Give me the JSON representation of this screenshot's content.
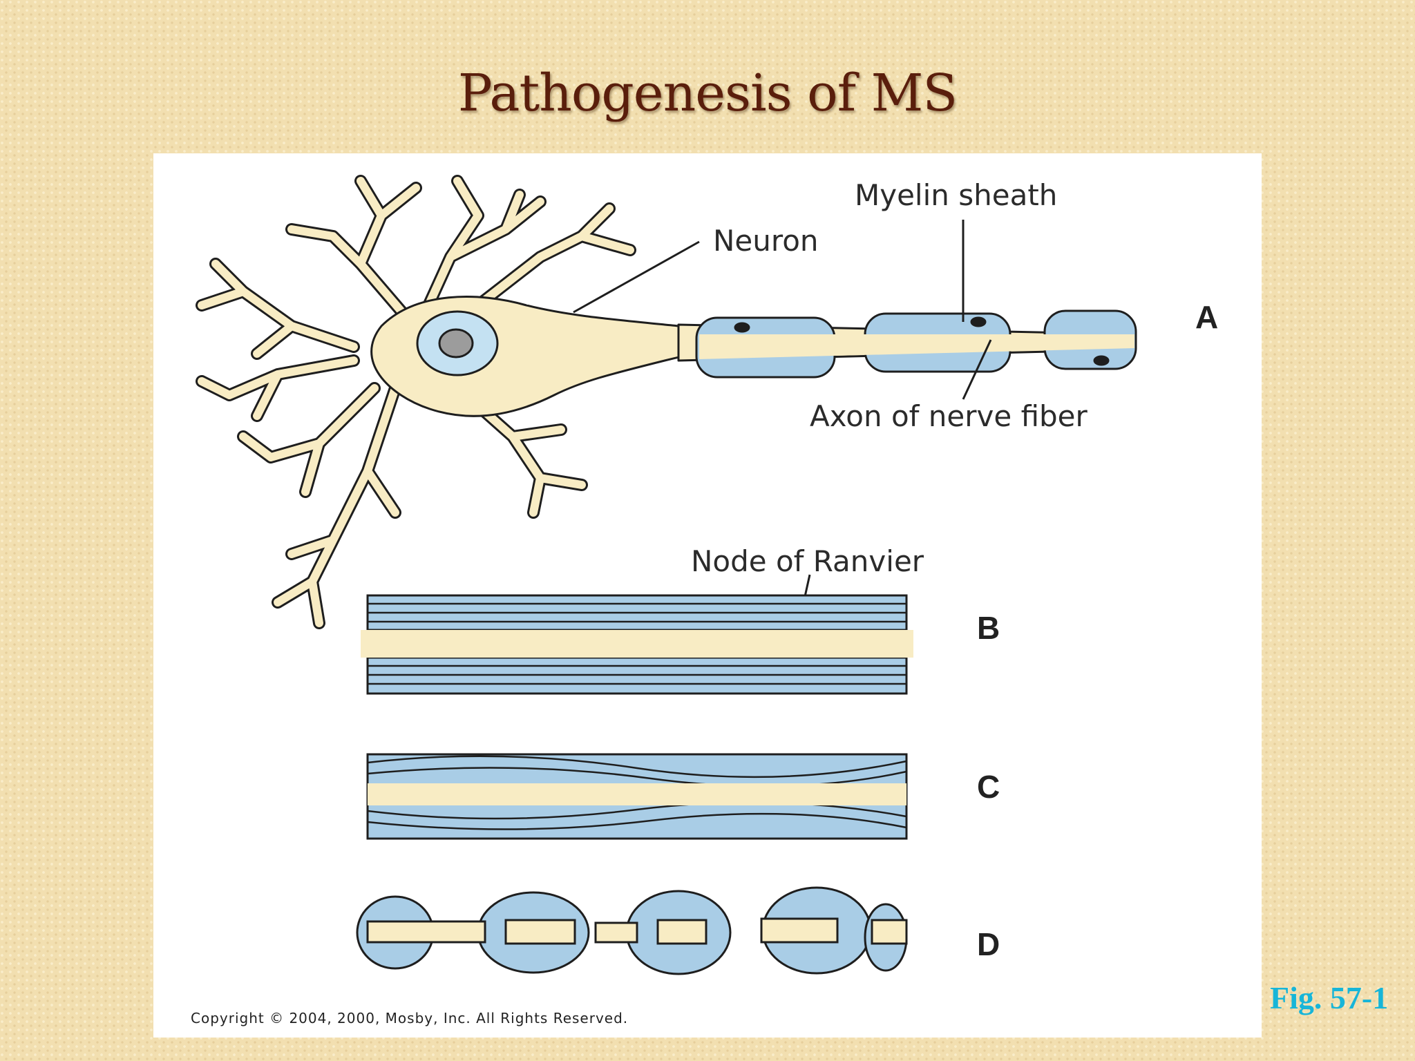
{
  "slide": {
    "title": "Pathogenesis of MS",
    "figure_ref": "Fig. 57-1"
  },
  "figure": {
    "labels": {
      "myelin_sheath": "Myelin sheath",
      "neuron": "Neuron",
      "axon": "Axon of nerve fiber",
      "node_of_ranvier": "Node of Ranvier"
    },
    "panels": [
      "A",
      "B",
      "C",
      "D"
    ],
    "copyright": "Copyright © 2004, 2000, Mosby, Inc. All Rights Reserved."
  },
  "colors": {
    "background": "#f2dfb0",
    "title": "#5a1e0c",
    "cell_body": "#f8ecc4",
    "myelin": "#a9cde6",
    "outline": "#1e1e1e",
    "figure_ref": "#17b5d8"
  }
}
